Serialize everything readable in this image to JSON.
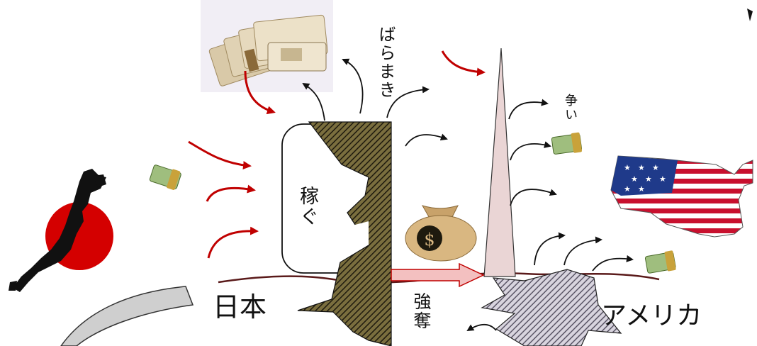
{
  "labels": {
    "baramaki": "ばらまき",
    "kasegu": "稼ぐ",
    "arasoi": "争い",
    "goudatsu": "強奪",
    "japan": "日本",
    "america": "アメリカ"
  },
  "icons": {
    "money_bag_symbol": "$"
  },
  "colors": {
    "red_arrow": "#c00000",
    "black_arrow": "#111111",
    "ground_line": "#5a1a1a",
    "japan_sun": "#d40000",
    "hatch_japan": "#4a4227",
    "hatch_usa": "#8a8595",
    "spike": "#ead5d5",
    "flow_arrow": "#f3c0c0"
  }
}
